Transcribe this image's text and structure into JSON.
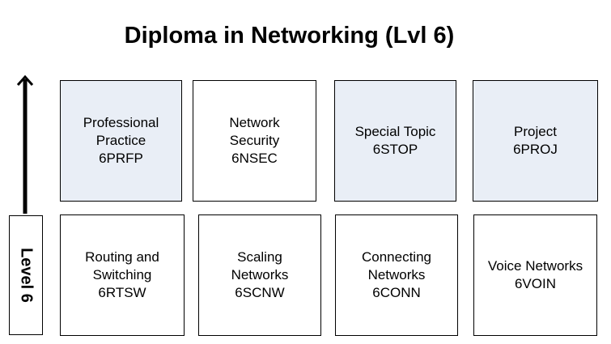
{
  "title": "Diploma in Networking (Lvl 6)",
  "level_label": "Level 6",
  "colors": {
    "shaded_fill": "#e9eef6",
    "plain_fill": "#ffffff",
    "stroke": "#000000"
  },
  "top_row": [
    {
      "text": "Professional\nPractice\n6PRFP",
      "shaded": true
    },
    {
      "text": "Network\nSecurity\n6NSEC",
      "shaded": false
    },
    {
      "text": "Special Topic\n6STOP",
      "shaded": true
    },
    {
      "text": "Project\n6PROJ",
      "shaded": true
    }
  ],
  "bottom_row": [
    {
      "text": "Routing and\nSwitching\n6RTSW",
      "shaded": false
    },
    {
      "text": "Scaling\nNetworks\n6SCNW",
      "shaded": false
    },
    {
      "text": "Connecting\nNetworks\n6CONN",
      "shaded": false
    },
    {
      "text": "Voice Networks\n6VOIN",
      "shaded": false
    }
  ]
}
